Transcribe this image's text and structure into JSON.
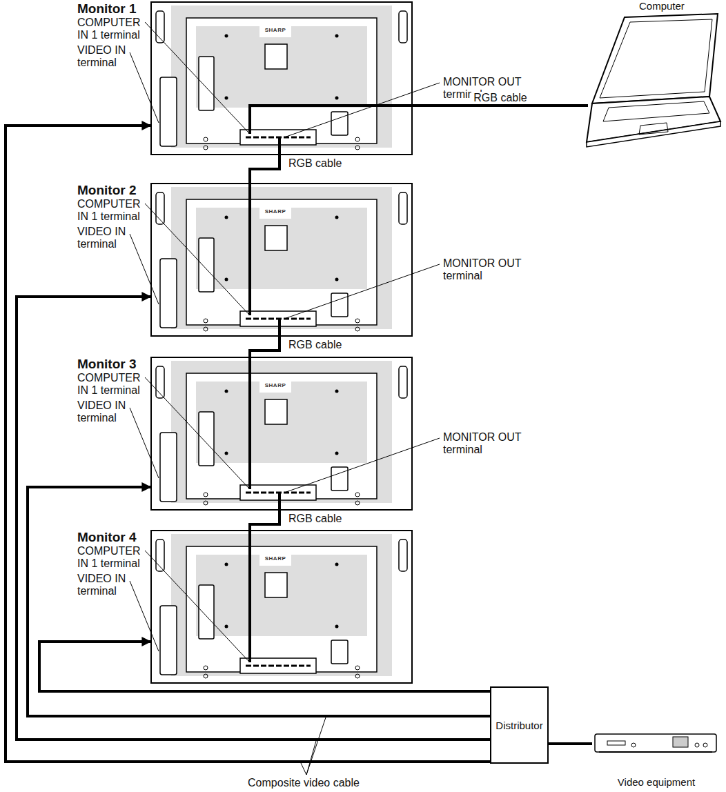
{
  "diagram": {
    "nodes": [
      {
        "text": [
          "Monitor 1"
        ]
      },
      {
        "text": [
          "Computer"
        ]
      },
      {
        "text": [
          "Monitor 2"
        ]
      },
      {
        "text": [
          "Monitor 3"
        ]
      },
      {
        "text": [
          "Monitor 4"
        ]
      },
      {
        "text": [
          "Distributor"
        ]
      },
      {
        "text": [
          "Video equipment"
        ]
      }
    ],
    "edges": [
      {
        "from": 1,
        "to": 0,
        "label": "RGB cable",
        "arrow": "none"
      },
      {
        "from": 0,
        "to": 2,
        "label": "RGB cable",
        "arrow": "none"
      },
      {
        "from": 2,
        "to": 3,
        "label": "RGB cable",
        "arrow": "none"
      },
      {
        "from": 3,
        "to": 4,
        "label": "RGB cable",
        "arrow": "none"
      },
      {
        "from": 5,
        "to": 0,
        "arrow": "to"
      },
      {
        "from": 5,
        "to": 2,
        "arrow": "to"
      },
      {
        "from": 5,
        "to": 3,
        "arrow": "to"
      },
      {
        "from": 5,
        "to": 4,
        "arrow": "to"
      },
      {
        "from": 6,
        "to": 5,
        "arrow": "none"
      }
    ],
    "labels": [
      "SHARP",
      "COMPUTER IN 1 terminal",
      "VIDEO IN terminal",
      "MONITOR OUT terminal",
      "SHARP",
      "COMPUTER IN 1 terminal",
      "VIDEO IN terminal",
      "MONITOR OUT terminal",
      "SHARP",
      "COMPUTER IN 1 terminal",
      "VIDEO IN terminal",
      "MONITOR OUT terminal",
      "SHARP",
      "COMPUTER IN 1 terminal",
      "VIDEO IN terminal",
      "Composite video cable"
    ]
  }
}
